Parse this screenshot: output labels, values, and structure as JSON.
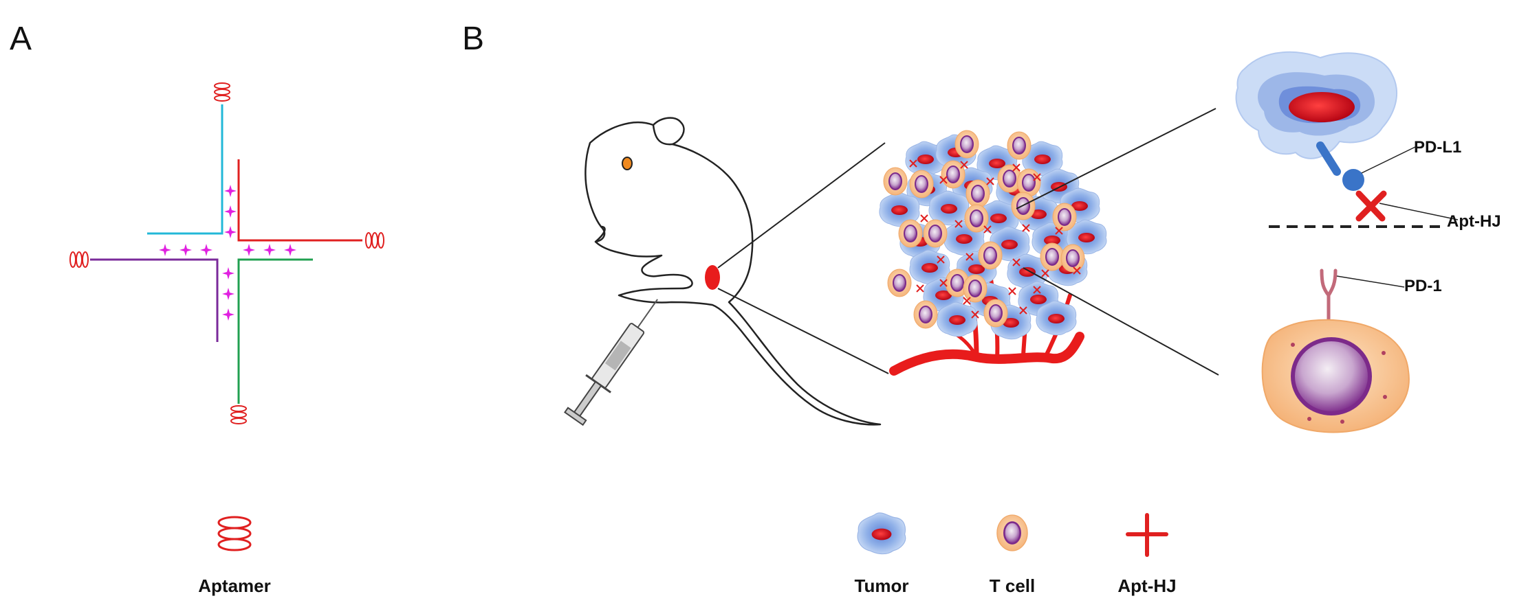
{
  "panels": {
    "a_label": "A",
    "b_label": "B"
  },
  "panel_a": {
    "legend_label": "Aptamer"
  },
  "panel_b": {
    "callouts": {
      "pdl1": "PD-L1",
      "apthj": "Apt-HJ",
      "pd1": "PD-1"
    },
    "legend": {
      "tumor": "Tumor",
      "tcell": "T cell",
      "apthj": "Apt-HJ"
    }
  },
  "colors": {
    "strand_cyan": "#22b8d8",
    "strand_red": "#e02020",
    "strand_purple": "#7a2a9a",
    "strand_green": "#20a050",
    "base_pair_magenta": "#e020e0",
    "aptamer_red": "#e02020",
    "blood_vessel": "#e81c1c"
  }
}
